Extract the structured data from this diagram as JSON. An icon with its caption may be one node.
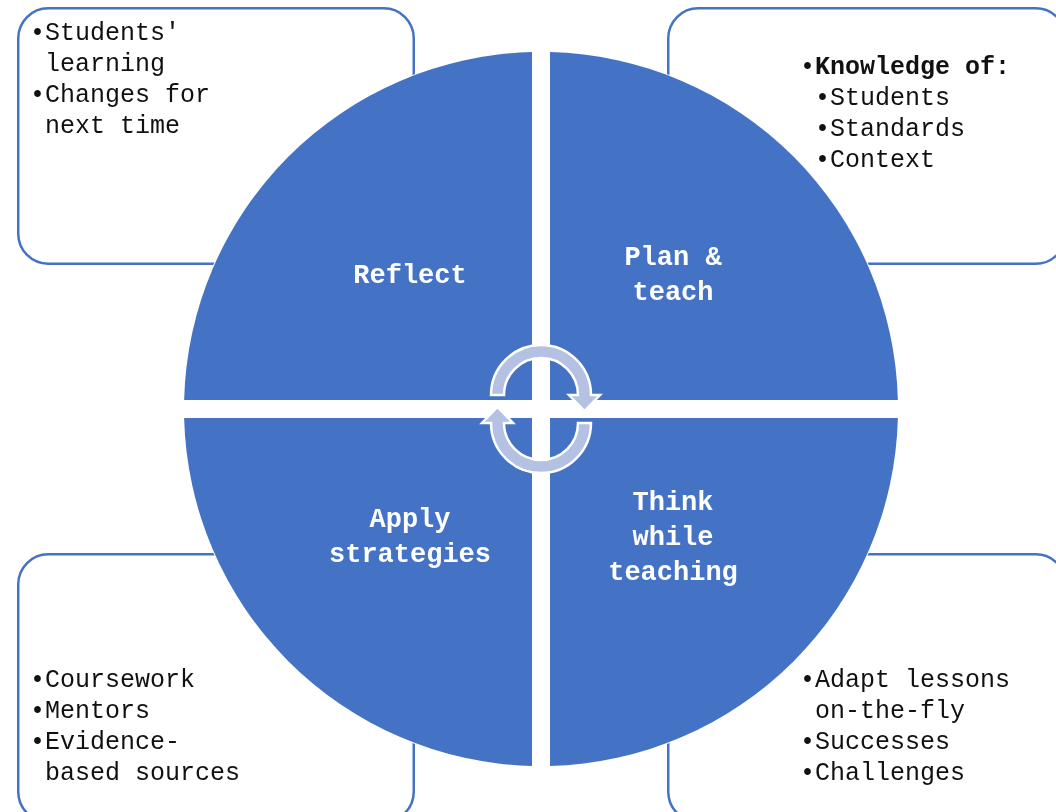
{
  "diagram": {
    "nodes": [
      {
        "text": [
          "•Students' learning",
          "•Changes for next time"
        ]
      },
      {
        "text": [
          "•**Knowledge of:**",
          "•Students",
          "•Standards",
          "•Context"
        ]
      },
      {
        "text": [
          "Reflect"
        ]
      },
      {
        "text": [
          "Plan & teach"
        ]
      },
      {
        "text": [
          "Apply strategies"
        ]
      },
      {
        "text": [
          "Think while teaching"
        ]
      },
      {
        "text": [
          "•Coursework",
          "•Mentors",
          "•Evidence-based sources"
        ]
      },
      {
        "text": [
          "•Adapt lessons on-the-fly",
          "•Successes",
          "•Challenges"
        ]
      }
    ]
  }
}
